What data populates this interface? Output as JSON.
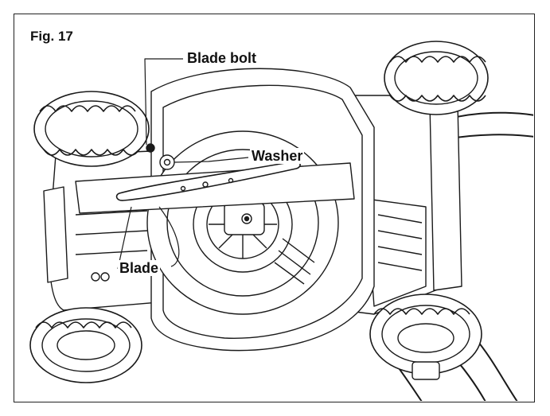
{
  "figure": {
    "label": "Fig. 17"
  },
  "callouts": {
    "blade_bolt": "Blade bolt",
    "washer": "Washer",
    "blade": "Blade"
  },
  "colors": {
    "line": "#1a1a1a",
    "fill": "#ffffff",
    "frame": "#222222"
  }
}
